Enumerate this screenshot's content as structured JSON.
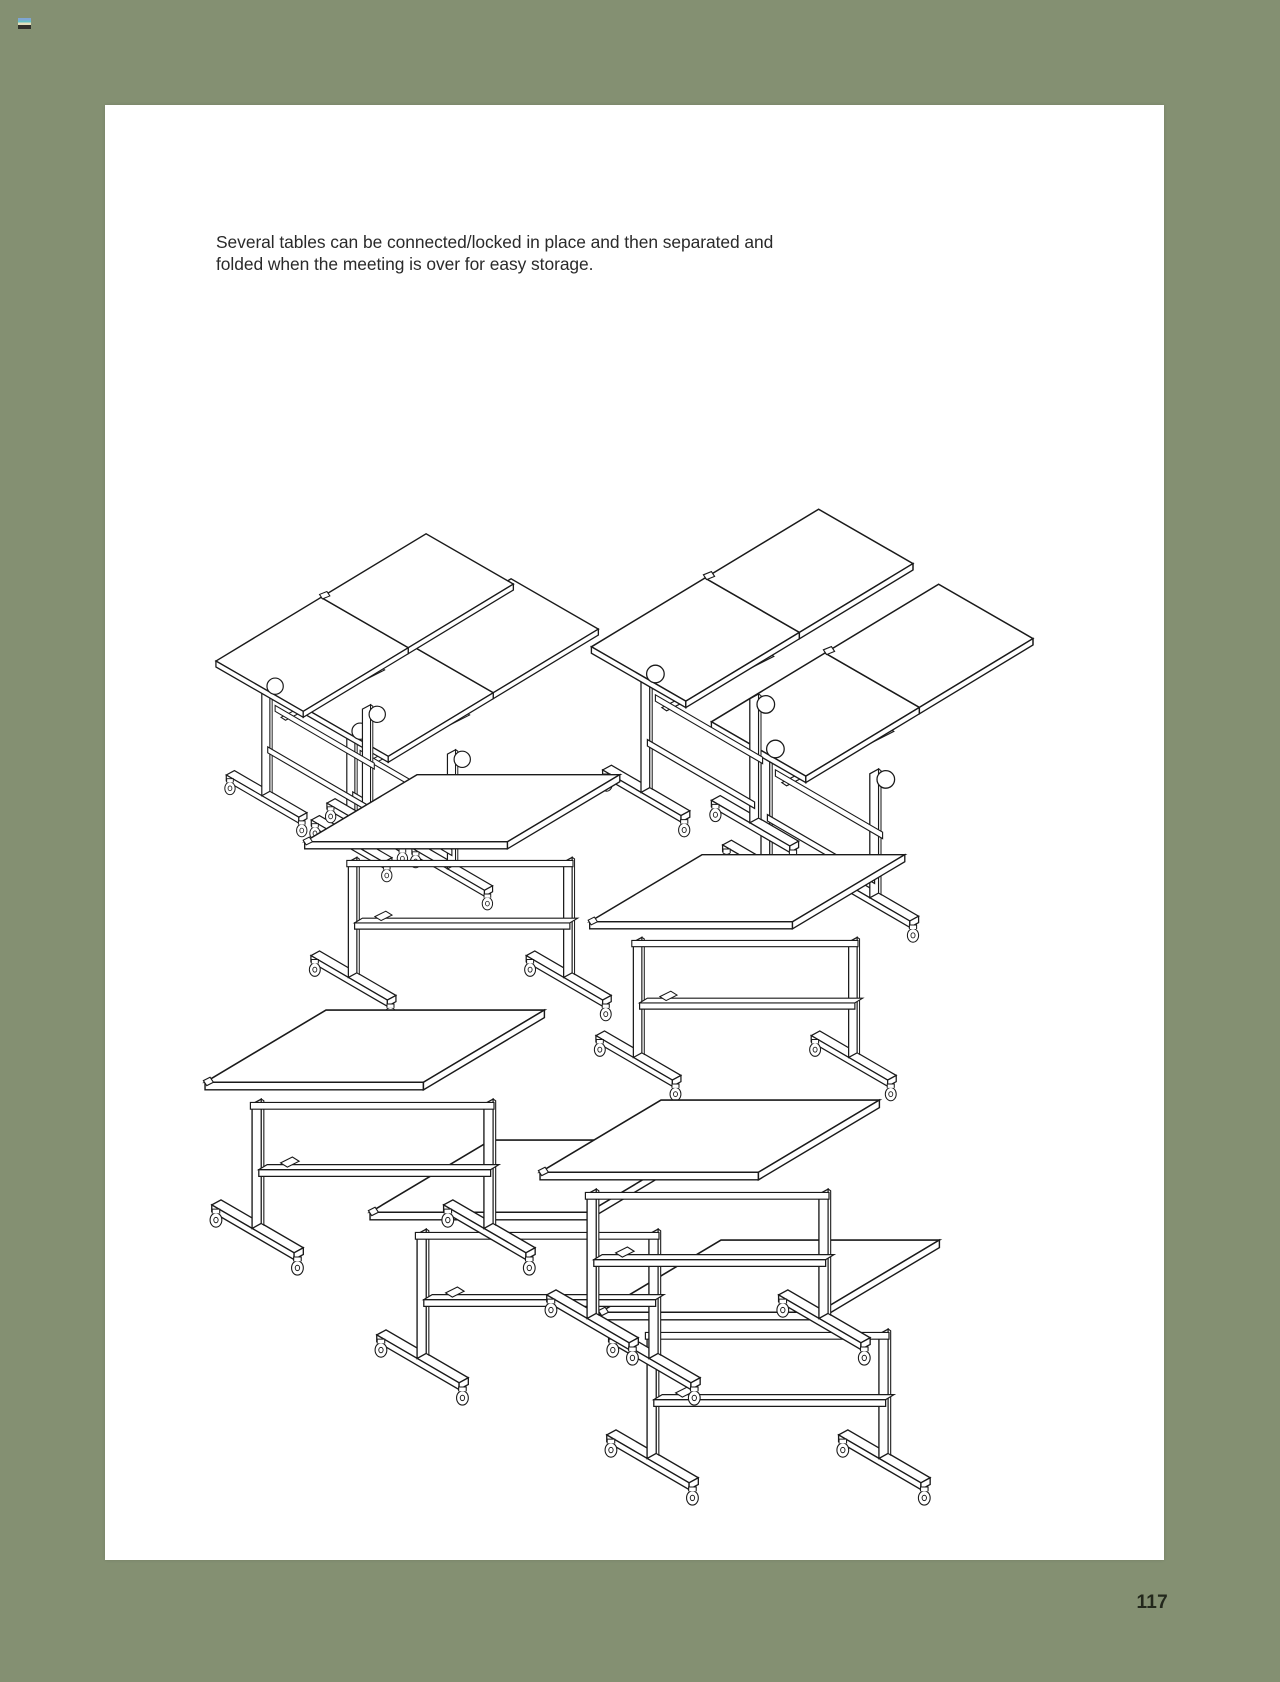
{
  "document": {
    "background_color": "#849072",
    "page_color": "#ffffff",
    "page_number": "117",
    "instruction_paragraph": "Several tables can be connected/locked in place and then separated and\nfolded when the meeting is over for easy storage."
  },
  "figure": {
    "caption": "",
    "line_color": "#1a1a1a",
    "fill_color": "#ffffff",
    "style": "isometric line drawing",
    "illustrations": [
      {
        "id": "top-left-pair",
        "name": "two-folded-tables-back-to-back",
        "description": "Two mobile folding tables with tops tilted up, shown back to back",
        "table_count": 2
      },
      {
        "id": "top-right-pair",
        "name": "two-folded-tables-nested",
        "description": "Two mobile folding tables with tops tilted up, nested together for storage",
        "table_count": 2
      },
      {
        "id": "middle-row",
        "name": "two-tables-connected-in-line",
        "description": "Two mobile tables with flat tops connected end to end in a straight line",
        "table_count": 2
      },
      {
        "id": "bottom-cluster",
        "name": "four-tables-connected-l-shape",
        "description": "Four mobile tables with flat tops connected in an angled, offset arrangement",
        "table_count": 4
      }
    ]
  }
}
